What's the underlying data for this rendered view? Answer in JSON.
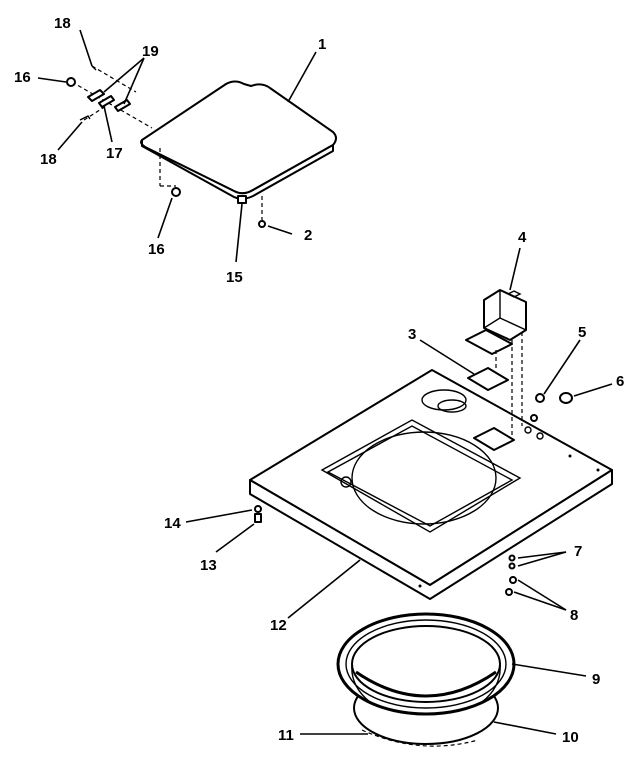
{
  "diagram": {
    "callouts": [
      {
        "id": "1",
        "text": "1"
      },
      {
        "id": "2",
        "text": "2"
      },
      {
        "id": "3",
        "text": "3"
      },
      {
        "id": "4",
        "text": "4"
      },
      {
        "id": "5",
        "text": "5"
      },
      {
        "id": "6",
        "text": "6"
      },
      {
        "id": "7",
        "text": "7"
      },
      {
        "id": "8",
        "text": "8"
      },
      {
        "id": "9",
        "text": "9"
      },
      {
        "id": "10",
        "text": "10"
      },
      {
        "id": "11",
        "text": "11"
      },
      {
        "id": "12",
        "text": "12"
      },
      {
        "id": "13",
        "text": "13"
      },
      {
        "id": "14",
        "text": "14"
      },
      {
        "id": "15",
        "text": "15"
      },
      {
        "id": "16a",
        "text": "16"
      },
      {
        "id": "16b",
        "text": "16"
      },
      {
        "id": "17",
        "text": "17"
      },
      {
        "id": "18a",
        "text": "18"
      },
      {
        "id": "18b",
        "text": "18"
      },
      {
        "id": "19",
        "text": "19"
      }
    ]
  }
}
